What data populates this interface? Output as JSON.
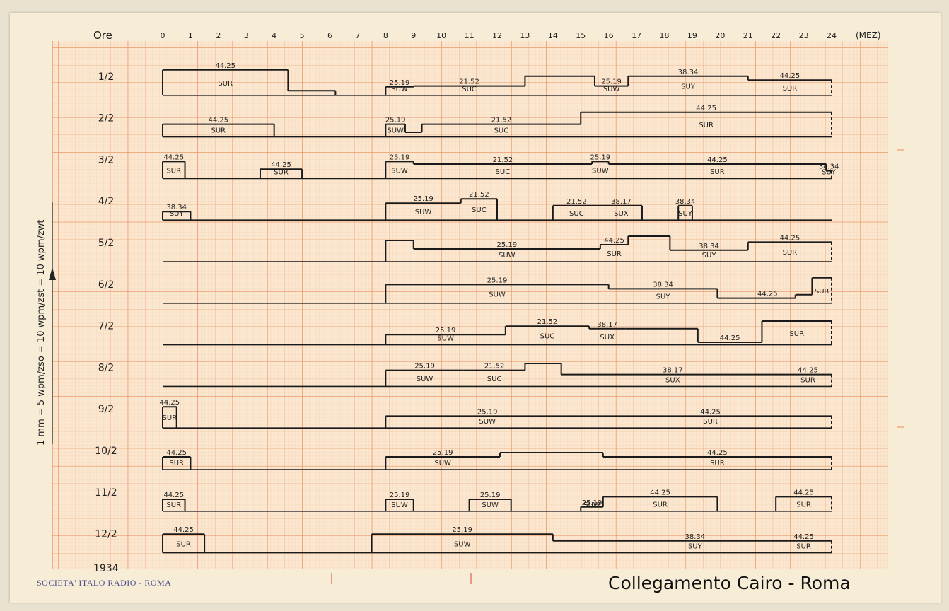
{
  "header": {
    "ore_label": "Ore",
    "mez_label": "(MEZ)"
  },
  "footer": {
    "year": "1934",
    "stamp": "SOCIETA' ITALO RADIO - ROMA",
    "title": "Collegamento Cairo - Roma"
  },
  "scale_note": "1 mm = 5 wpm/zso = 10 wpm/zst = 10 wpm/zwt",
  "chart_data": {
    "type": "timeline",
    "x": [
      0,
      1,
      2,
      3,
      4,
      5,
      6,
      7,
      8,
      9,
      10,
      11,
      12,
      13,
      14,
      15,
      16,
      17,
      18,
      19,
      20,
      21,
      22,
      23,
      24
    ],
    "xlim": [
      0,
      24
    ],
    "grid": true,
    "rows": [
      {
        "date": "1/2",
        "segments": [
          {
            "start": 0,
            "end": 4.5,
            "level": 3,
            "freq": "44.25",
            "call": "SUR"
          },
          {
            "start": 4.5,
            "end": 6.2,
            "level": 0.55
          },
          {
            "start": 8,
            "end": 9,
            "level": 1,
            "freq": "25.19",
            "call": "SUW"
          },
          {
            "start": 9,
            "end": 13,
            "level": 1.1,
            "freq": "21.52",
            "call": "SUC"
          },
          {
            "start": 13,
            "end": 15.5,
            "level": 2.25
          },
          {
            "start": 15.5,
            "end": 16.7,
            "level": 1.1,
            "freq": "25.19",
            "call": "SUW"
          },
          {
            "start": 16.7,
            "end": 21,
            "level": 2.25,
            "freq": "38.34",
            "call": "SUY"
          },
          {
            "start": 21,
            "end": 24,
            "level": 1.8,
            "freq": "44.25",
            "call": "SUR"
          }
        ]
      },
      {
        "date": "2/2",
        "segments": [
          {
            "start": 0,
            "end": 4,
            "level": 1.5,
            "freq": "44.25",
            "call": "SUR"
          },
          {
            "start": 8,
            "end": 8.7,
            "level": 1.5,
            "freq": "25.19",
            "call": "SUW"
          },
          {
            "start": 8.7,
            "end": 9.3,
            "level": 0.55
          },
          {
            "start": 9.3,
            "end": 15,
            "level": 1.5,
            "freq": "21.52",
            "call": "SUC"
          },
          {
            "start": 15,
            "end": 24,
            "level": 2.9,
            "freq": "44.25",
            "call": "SUR"
          }
        ]
      },
      {
        "date": "3/2",
        "segments": [
          {
            "start": 0,
            "end": 0.8,
            "level": 2,
            "freq": "44.25",
            "call": "SUR"
          },
          {
            "start": 3.5,
            "end": 5,
            "level": 1.1,
            "freq": "44.25",
            "call": "SUR"
          },
          {
            "start": 8,
            "end": 9,
            "level": 2,
            "freq": "25.19",
            "call": "SUW"
          },
          {
            "start": 9,
            "end": 15.4,
            "level": 1.7,
            "freq": "21.52",
            "call": "SUC"
          },
          {
            "start": 15.4,
            "end": 16,
            "level": 2,
            "freq": "25.19",
            "call": "SUW"
          },
          {
            "start": 16,
            "end": 23.8,
            "level": 1.7,
            "freq": "44.25",
            "call": "SUR"
          },
          {
            "start": 23.8,
            "end": 24,
            "level": 0.9,
            "freq": "38.34",
            "call": "SUY"
          }
        ]
      },
      {
        "date": "4/2",
        "segments": [
          {
            "start": 0,
            "end": 1,
            "level": 1,
            "freq": "38.34",
            "call": "SUY"
          },
          {
            "start": 8,
            "end": 10.7,
            "level": 2,
            "freq": "25.19",
            "call": "SUW"
          },
          {
            "start": 10.7,
            "end": 12,
            "level": 2.5,
            "freq": "21.52",
            "call": "SUC"
          },
          {
            "start": 14,
            "end": 15.7,
            "level": 1.7,
            "freq": "21.52",
            "call": "SUC"
          },
          {
            "start": 15.7,
            "end": 17.2,
            "level": 1.7,
            "freq": "38.17",
            "call": "SUX"
          },
          {
            "start": 18.5,
            "end": 19,
            "level": 1.7,
            "freq": "38.34",
            "call": "SUY"
          }
        ]
      },
      {
        "date": "5/2",
        "segments": [
          {
            "start": 8,
            "end": 9,
            "level": 2.5
          },
          {
            "start": 9,
            "end": 15.7,
            "level": 1.5,
            "freq": "25.19",
            "call": "SUW"
          },
          {
            "start": 15.7,
            "end": 16.7,
            "level": 2,
            "freq": "44.25",
            "call": "SUR"
          },
          {
            "start": 16.7,
            "end": 18.2,
            "level": 3
          },
          {
            "start": 18.2,
            "end": 21,
            "level": 1.35,
            "freq": "38.34",
            "call": "SUY"
          },
          {
            "start": 21,
            "end": 24,
            "level": 2.3,
            "freq": "44.25",
            "call": "SUR"
          }
        ]
      },
      {
        "date": "6/2",
        "segments": [
          {
            "start": 8,
            "end": 16,
            "level": 2.2,
            "freq": "25.19",
            "call": "SUW"
          },
          {
            "start": 16,
            "end": 19.9,
            "level": 1.7,
            "freq": "38.34",
            "call": "SUY"
          },
          {
            "start": 19.9,
            "end": 20.7,
            "level": 0.6
          },
          {
            "start": 20.7,
            "end": 22.7,
            "level": 0.6,
            "freq": "44.25"
          },
          {
            "start": 22.7,
            "end": 23.3,
            "level": 1
          },
          {
            "start": 23.3,
            "end": 24,
            "level": 3,
            "call": "SUR"
          }
        ]
      },
      {
        "date": "7/2",
        "segments": [
          {
            "start": 8,
            "end": 12.3,
            "level": 1.2,
            "freq": "25.19",
            "call": "SUW"
          },
          {
            "start": 12.3,
            "end": 15.3,
            "level": 2.2,
            "freq": "21.52",
            "call": "SUC"
          },
          {
            "start": 15.3,
            "end": 16.6,
            "level": 1.9,
            "freq": "38.17",
            "call": "SUX"
          },
          {
            "start": 16.6,
            "end": 19.2,
            "level": 1.9
          },
          {
            "start": 19.2,
            "end": 21.5,
            "level": 0.3,
            "freq": "44.25"
          },
          {
            "start": 21.5,
            "end": 24,
            "level": 2.8,
            "call": "SUR"
          }
        ]
      },
      {
        "date": "8/2",
        "segments": [
          {
            "start": 8,
            "end": 10.8,
            "level": 1.9,
            "freq": "25.19",
            "call": "SUW"
          },
          {
            "start": 10.8,
            "end": 13,
            "level": 1.9,
            "freq": "21.52",
            "call": "SUC"
          },
          {
            "start": 13,
            "end": 14.3,
            "level": 2.7
          },
          {
            "start": 14.3,
            "end": 22.3,
            "level": 1.4,
            "freq": "38.17",
            "call": "SUX"
          },
          {
            "start": 22.3,
            "end": 24,
            "level": 1.4,
            "freq": "44.25",
            "call": "SUR"
          }
        ]
      },
      {
        "date": "9/2",
        "segments": [
          {
            "start": 0,
            "end": 0.5,
            "level": 2.5,
            "freq": "44.25",
            "call": "SUR"
          },
          {
            "start": 8,
            "end": 15.3,
            "level": 1.4,
            "freq": "25.19",
            "call": "SUW"
          },
          {
            "start": 15.3,
            "end": 24,
            "level": 1.4,
            "freq": "44.25",
            "call": "SUR"
          }
        ]
      },
      {
        "date": "10/2",
        "segments": [
          {
            "start": 0,
            "end": 1,
            "level": 1.5,
            "freq": "44.25",
            "call": "SUR"
          },
          {
            "start": 8,
            "end": 12.1,
            "level": 1.5,
            "freq": "25.19",
            "call": "SUW"
          },
          {
            "start": 12.1,
            "end": 15.8,
            "level": 2
          },
          {
            "start": 15.8,
            "end": 24,
            "level": 1.5,
            "freq": "44.25",
            "call": "SUR"
          }
        ]
      },
      {
        "date": "11/2",
        "segments": [
          {
            "start": 0,
            "end": 0.8,
            "level": 1.4,
            "freq": "44.25",
            "call": "SUR"
          },
          {
            "start": 8,
            "end": 9,
            "level": 1.4,
            "freq": "25.19",
            "call": "SUW"
          },
          {
            "start": 11,
            "end": 12.5,
            "level": 1.4,
            "freq": "25.19",
            "call": "SUW"
          },
          {
            "start": 15,
            "end": 15.8,
            "level": 0.5,
            "freq": "25.19",
            "call": "SUW"
          },
          {
            "start": 15.8,
            "end": 19.9,
            "level": 1.7,
            "freq": "44.25",
            "call": "SUR"
          },
          {
            "start": 22,
            "end": 24,
            "level": 1.7,
            "freq": "44.25",
            "call": "SUR"
          }
        ]
      },
      {
        "date": "12/2",
        "segments": [
          {
            "start": 0,
            "end": 1.5,
            "level": 2.2,
            "freq": "44.25",
            "call": "SUR"
          },
          {
            "start": 7.5,
            "end": 14,
            "level": 2.2,
            "freq": "25.19",
            "call": "SUW"
          },
          {
            "start": 14,
            "end": 16.2,
            "level": 1.4
          },
          {
            "start": 16.2,
            "end": 22,
            "level": 1.4,
            "freq": "38.34",
            "call": "SUY"
          },
          {
            "start": 22,
            "end": 24,
            "level": 1.4,
            "freq": "44.25",
            "call": "SUR"
          }
        ]
      }
    ]
  },
  "colors": {
    "paper": "#f7ecd6",
    "grid_minor": "#f2c49f",
    "grid_major": "#ea9765",
    "ink": "#1a1a1a",
    "stamp": "#4b4d8f"
  }
}
